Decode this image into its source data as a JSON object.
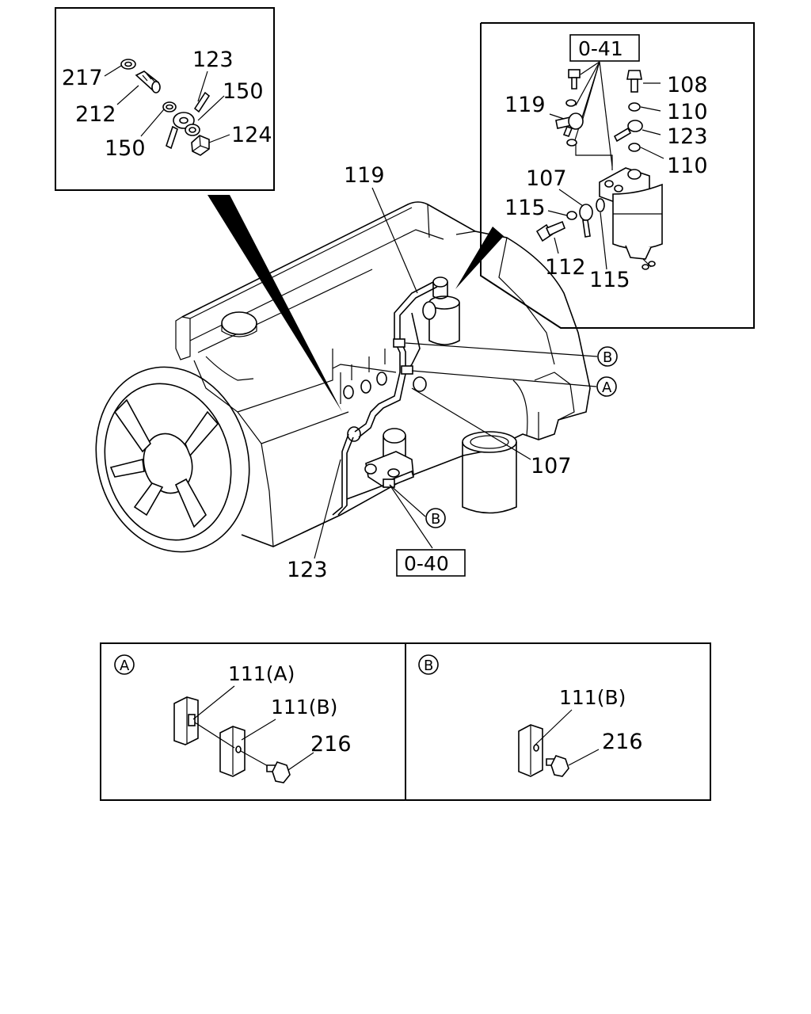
{
  "inset_top_left": {
    "labels": [
      "217",
      "212",
      "123",
      "150",
      "150",
      "124"
    ]
  },
  "inset_top_right": {
    "ref_box": "0-41",
    "labels": [
      "108",
      "119",
      "110",
      "123",
      "110",
      "107",
      "115",
      "112",
      "115"
    ]
  },
  "main": {
    "labels": [
      "119",
      "107",
      "123"
    ],
    "ref_box": "0-40",
    "markers": [
      "B",
      "A",
      "B"
    ]
  },
  "detail_a": {
    "marker": "A",
    "labels": [
      "111(A)",
      "111(B)",
      "216"
    ]
  },
  "detail_b": {
    "marker": "B",
    "labels": [
      "111(B)",
      "216"
    ]
  }
}
